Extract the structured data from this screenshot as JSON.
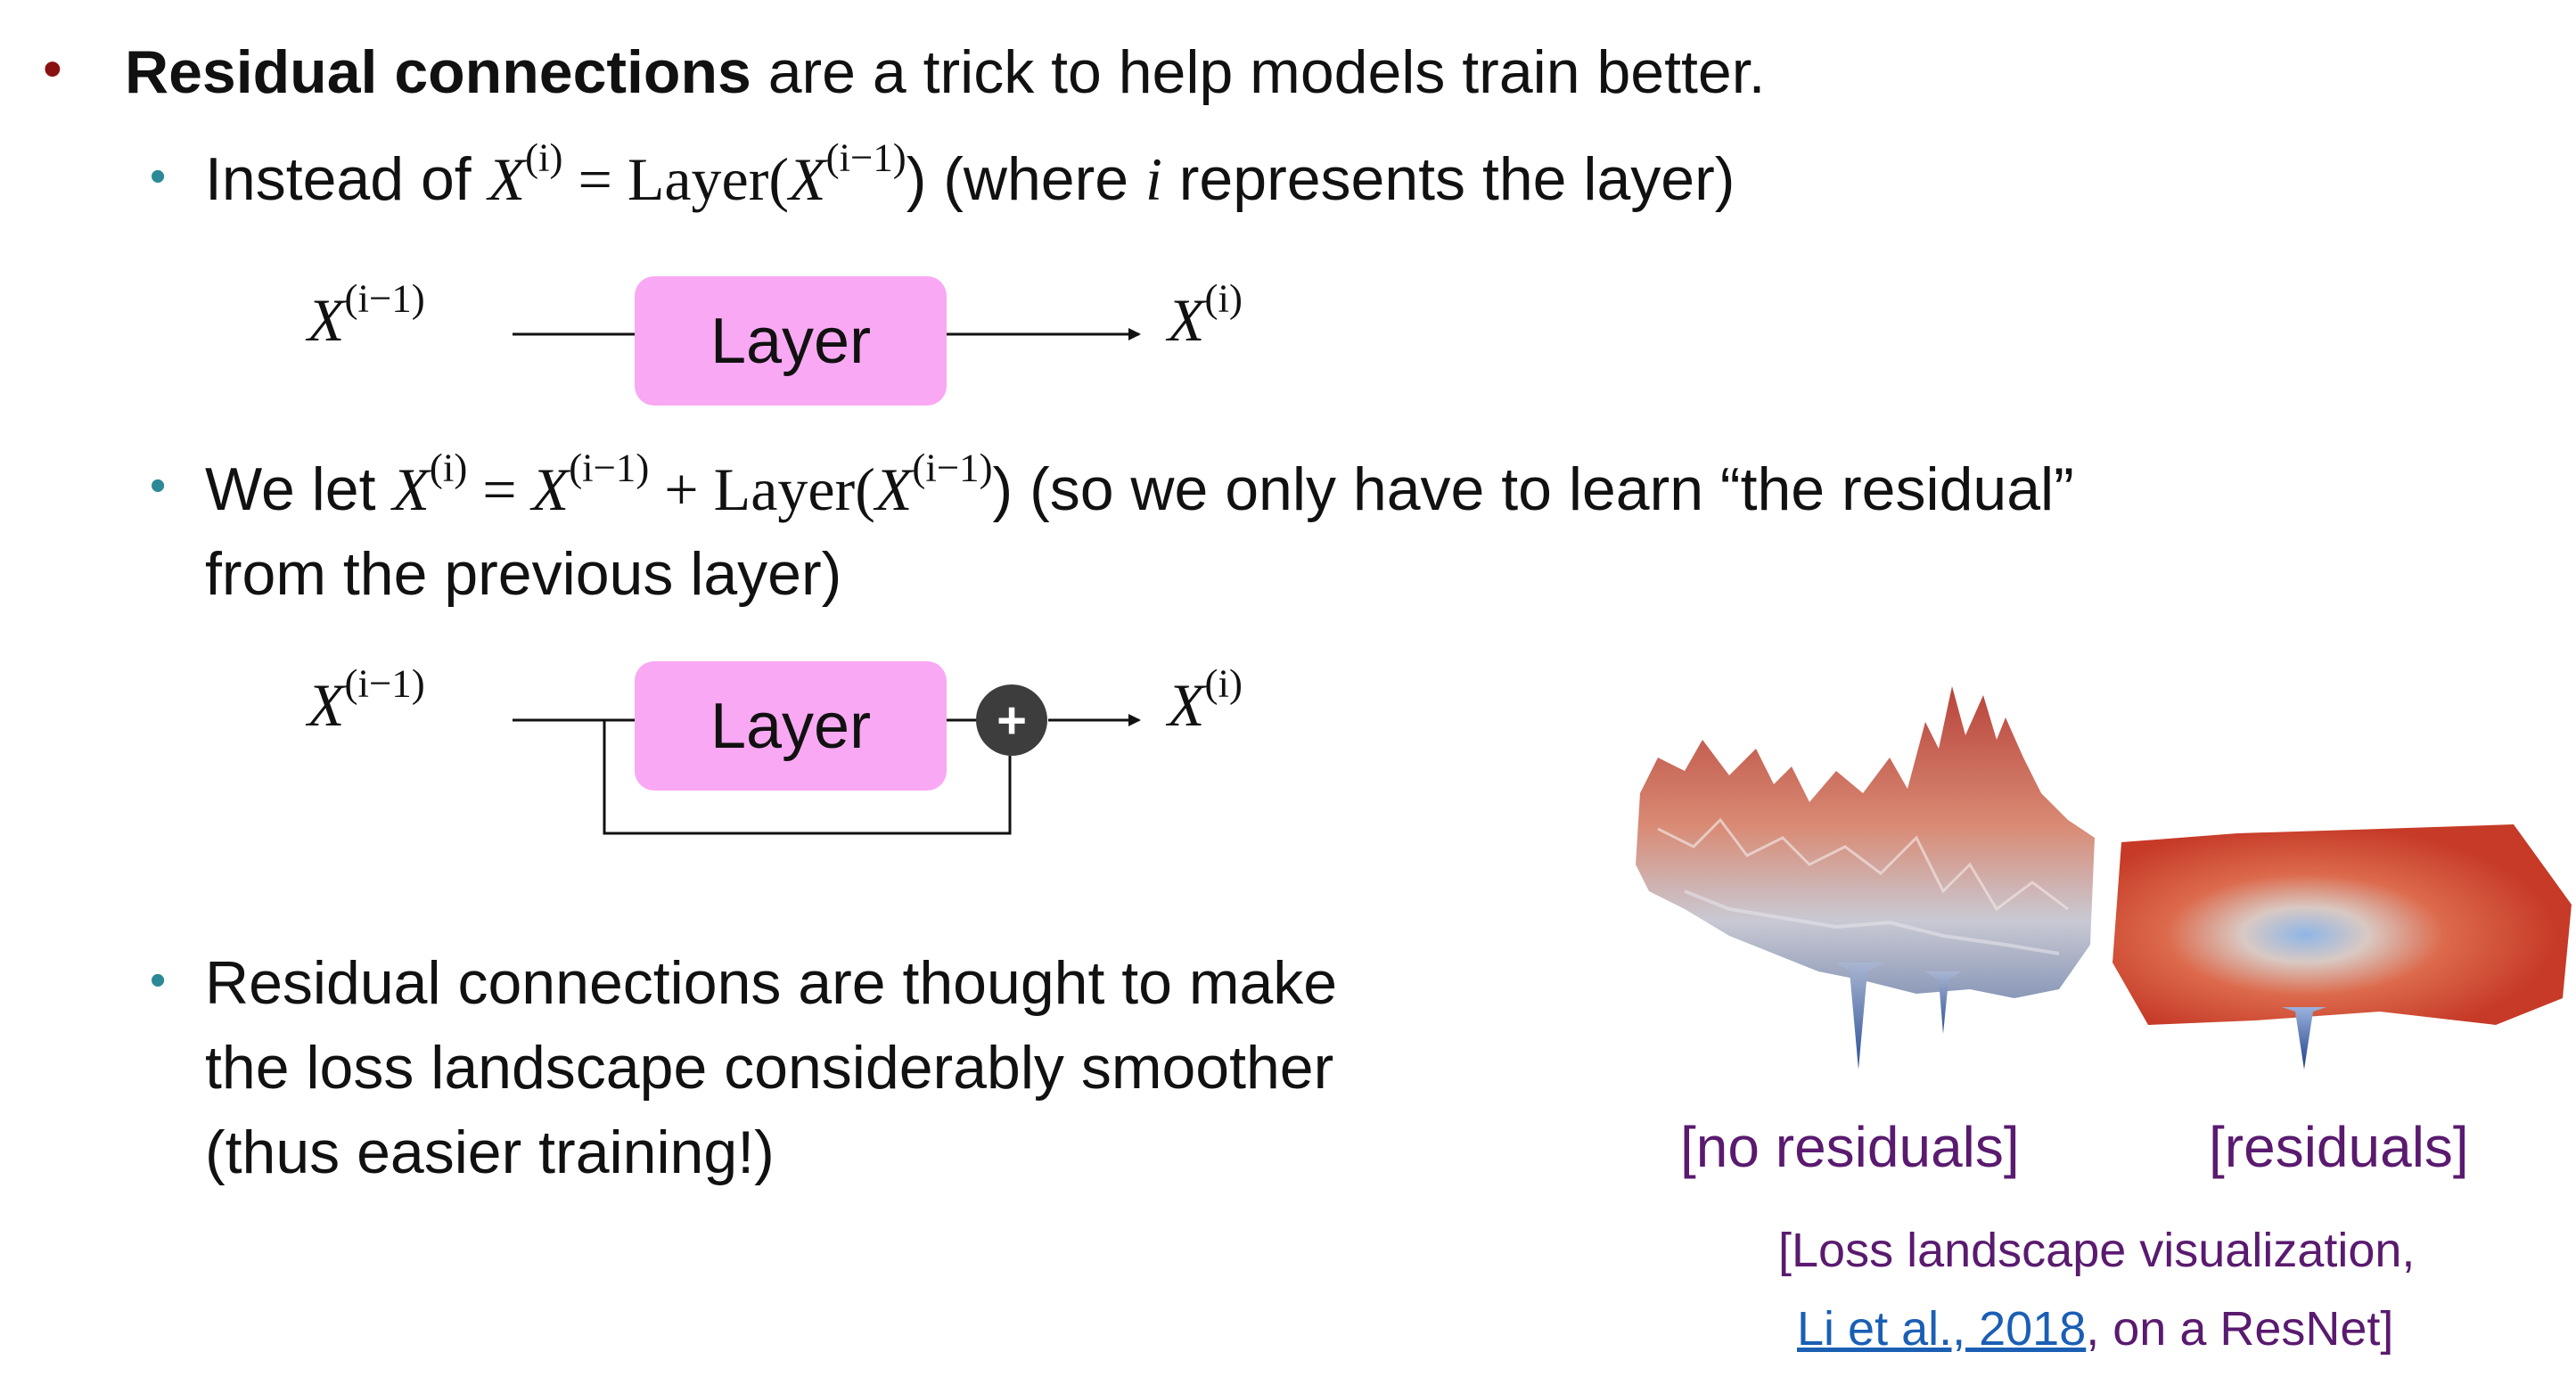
{
  "bullets": {
    "b1_bold": "Residual connections",
    "b1_rest": " are a trick to help models train better.",
    "b2_pre": "Instead of ",
    "b2_mid": " (where ",
    "b2_i": "i",
    "b2_post": " represents the layer)",
    "b3_pre": "We let ",
    "b3_post": " (so we only have to learn “the residual”",
    "b3_line2": "from the previous layer)",
    "b4_line1": "Residual connections are thought to make",
    "b4_line2": "the loss landscape considerably smoother",
    "b4_line3": "(thus easier training!)"
  },
  "math": {
    "X": "X",
    "sup_i": "(i)",
    "sup_im1": "(i−1)",
    "equals": " = ",
    "plus": " + ",
    "layer_fn": "Layer(",
    "close_paren": ")"
  },
  "diagram": {
    "input_label": "X",
    "input_sup": "(i−1)",
    "output_label": "X",
    "output_sup": "(i)",
    "layer_label": "Layer",
    "plus_symbol": "+"
  },
  "figure": {
    "caption_no_residuals": "[no residuals]",
    "caption_residuals": "[residuals]",
    "citation_line1": "[Loss landscape visualization,",
    "citation_link": "Li et al., 2018",
    "citation_line2_rest": ", on a ResNet]"
  },
  "colors": {
    "top_bullet": "#8a1111",
    "sub_bullet": "#2b8a95",
    "layer_box": "#f9a8f3",
    "caption": "#5a1a6f",
    "link": "#1a5fb4"
  }
}
